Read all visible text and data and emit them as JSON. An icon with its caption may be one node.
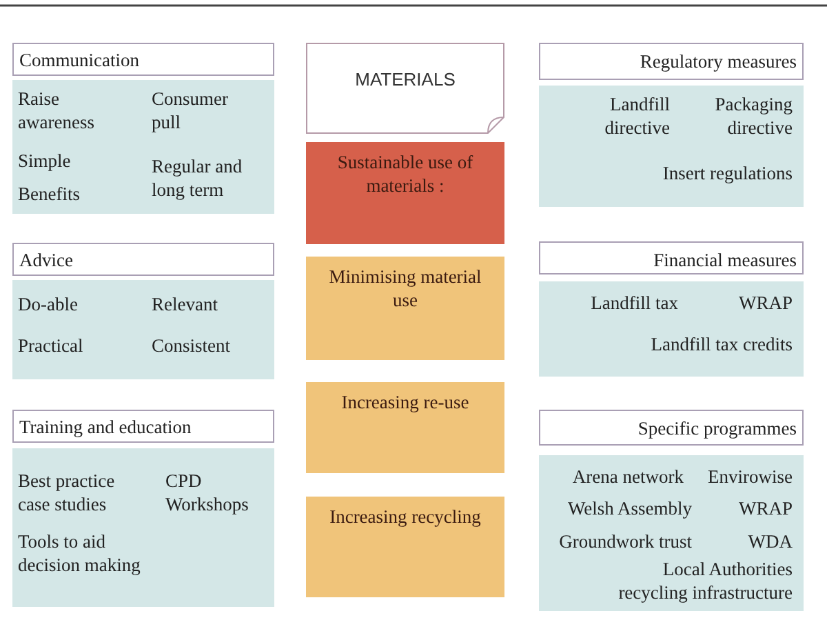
{
  "diagram": {
    "nodes": [
      {
        "text": [
          "Communication"
        ]
      },
      {
        "text": [
          "Raise awareness",
          "Consumer pull",
          "Simple",
          "Benefits",
          "Regular and long term"
        ]
      },
      {
        "text": [
          "Advice"
        ]
      },
      {
        "text": [
          "Do-able",
          "Relevant",
          "Practical",
          "Consistent"
        ]
      },
      {
        "text": [
          "Training and education"
        ]
      },
      {
        "text": [
          "Best practice case studies",
          "CPD",
          "Workshops",
          "Tools to aid decision making"
        ]
      },
      {
        "text": [
          "MATERIALS"
        ]
      },
      {
        "text": [
          "Sustainable use of materials :"
        ]
      },
      {
        "text": [
          "Minimising material use"
        ]
      },
      {
        "text": [
          "Increasing re-use"
        ]
      },
      {
        "text": [
          "Increasing recycling"
        ]
      },
      {
        "text": [
          "Regulatory measures"
        ]
      },
      {
        "text": [
          "Landfill directive",
          "Packaging directive",
          "Insert regulations"
        ]
      },
      {
        "text": [
          "Financial measures"
        ]
      },
      {
        "text": [
          "Landfill tax",
          "WRAP",
          "Landfill tax credits"
        ]
      },
      {
        "text": [
          "Specific programmes"
        ]
      },
      {
        "text": [
          "Arena network",
          "Envirowise",
          "Welsh Assembly",
          "WRAP",
          "Groundwork trust",
          "WDA",
          "Local Authorities recycling infrastructure"
        ]
      }
    ]
  }
}
